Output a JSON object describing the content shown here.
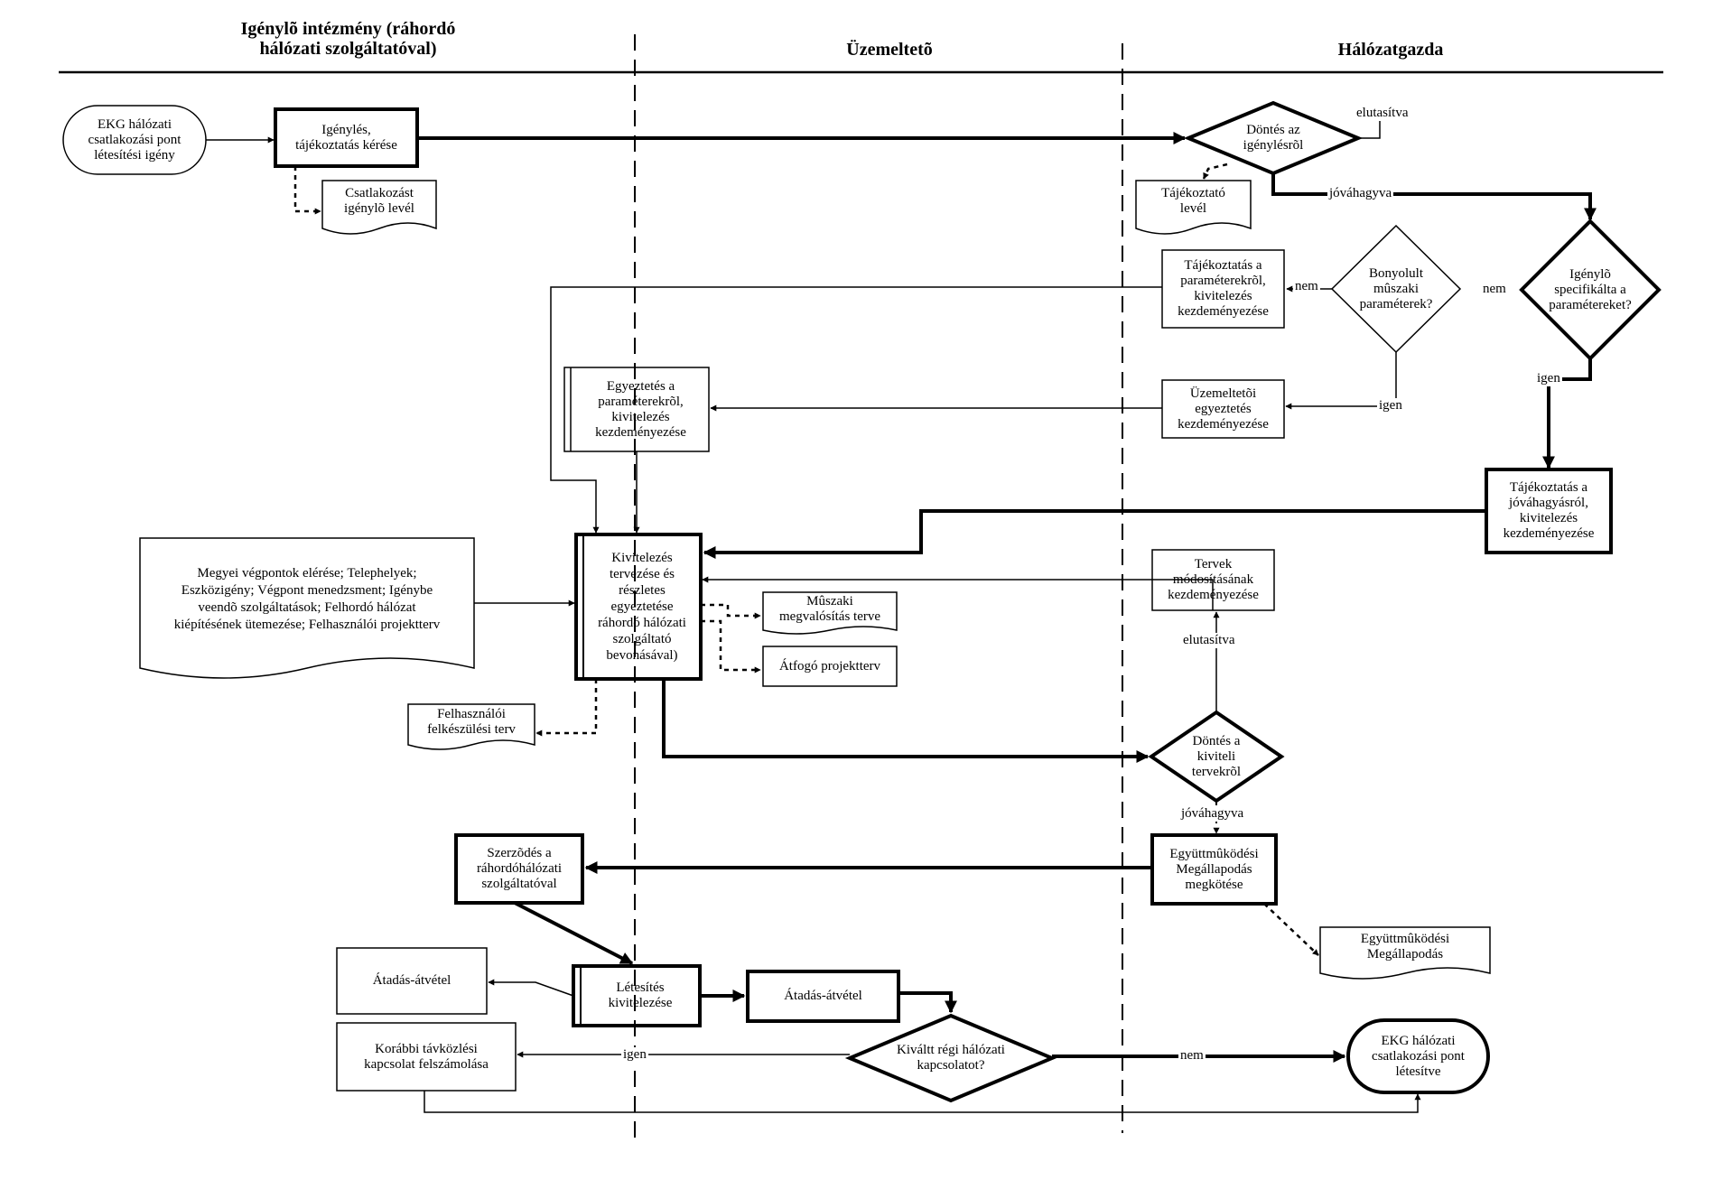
{
  "lanes": {
    "requester": "Igénylõ intézmény (ráhordó\nhálózati szolgáltatóval)",
    "operator": "Üzemeltetõ",
    "owner": "Hálózatgazda"
  },
  "nodes": {
    "start": "EKG hálózati\ncsatlakozási pont\nlétesítési igény",
    "request": "Igénylés,\ntájékoztatás kérése",
    "request_letter": "Csatlakozást\nigénylõ levél",
    "decision_request": "Döntés az\nigénylésrõl",
    "info_letter": "Tájékoztató\nlevél",
    "specified": "Igénylõ\nspecifikálta a\nparamétereket?",
    "complex": "Bonyolult\nmûszaki\nparaméterek?",
    "info_params": "Tájékoztatás a\nparaméterekrõl,\nkivitelezés\nkezdeményezése",
    "op_coord": "Üzemeltetõi\negyeztetés\nkezdeményezése",
    "coord_params": "Egyeztetés a\nparaméterekrõl,\nkivitelezés\nkezdeményezése",
    "info_approval": "Tájékoztatás  a\njóváhagyásról,\nkivitelezés\nkezdeményezése",
    "data_sources": "Megyei végpontok elérése;  Telephelyek;\nEszközigény;  Végpont menedzsment;  Igénybe\nveendõ szolgáltatások;  Felhordó hálózat\nkiépítésének ütemezése;  Felhasználói projektterv",
    "design": "Kivitelezés\ntervezése és\nrészletes\negyeztetése\nráhordó hálózati\nszolgáltató\nbevonásával)",
    "tech_plan": "Mûszaki\nmegvalósítás terve",
    "project_plan": "Átfogó projektterv",
    "user_prep": "Felhasználói\nfelkészülési  terv",
    "plan_mod": "Tervek\nmódosításának\nkezdeményezése",
    "decision_plans": "Döntés a\nkiviteli\ntervekrõl",
    "cooperation": "Együttmûködési\nMegállapodás\nmegkötése",
    "coop_doc": "Együttmûködési\nMegállapodás",
    "contract": "Szerzõdés a\nráhordóhálózati\nszolgáltatóval",
    "handover_doc": "Átadás-átvétel",
    "build": "Létesítés\nkivitelezése",
    "handover": "Átadás-átvétel",
    "replaced": "Kiváltt régi hálózati\nkapcsolatot?",
    "old_link": "Korábbi távközlési\nkapcsolat felszámolása",
    "end": "EKG hálózati\ncsatlakozási pont\nlétesítve"
  },
  "edges": {
    "rejected_1": "elutasítva",
    "approved_1": "jóváhagyva",
    "no_1": "nem",
    "no_2": "nem",
    "yes_1": "igen",
    "yes_2": "igen",
    "rejected_2": "elutasítva",
    "approved_2": "jóváhagyva",
    "yes_3": "igen",
    "no_3": "nem"
  }
}
